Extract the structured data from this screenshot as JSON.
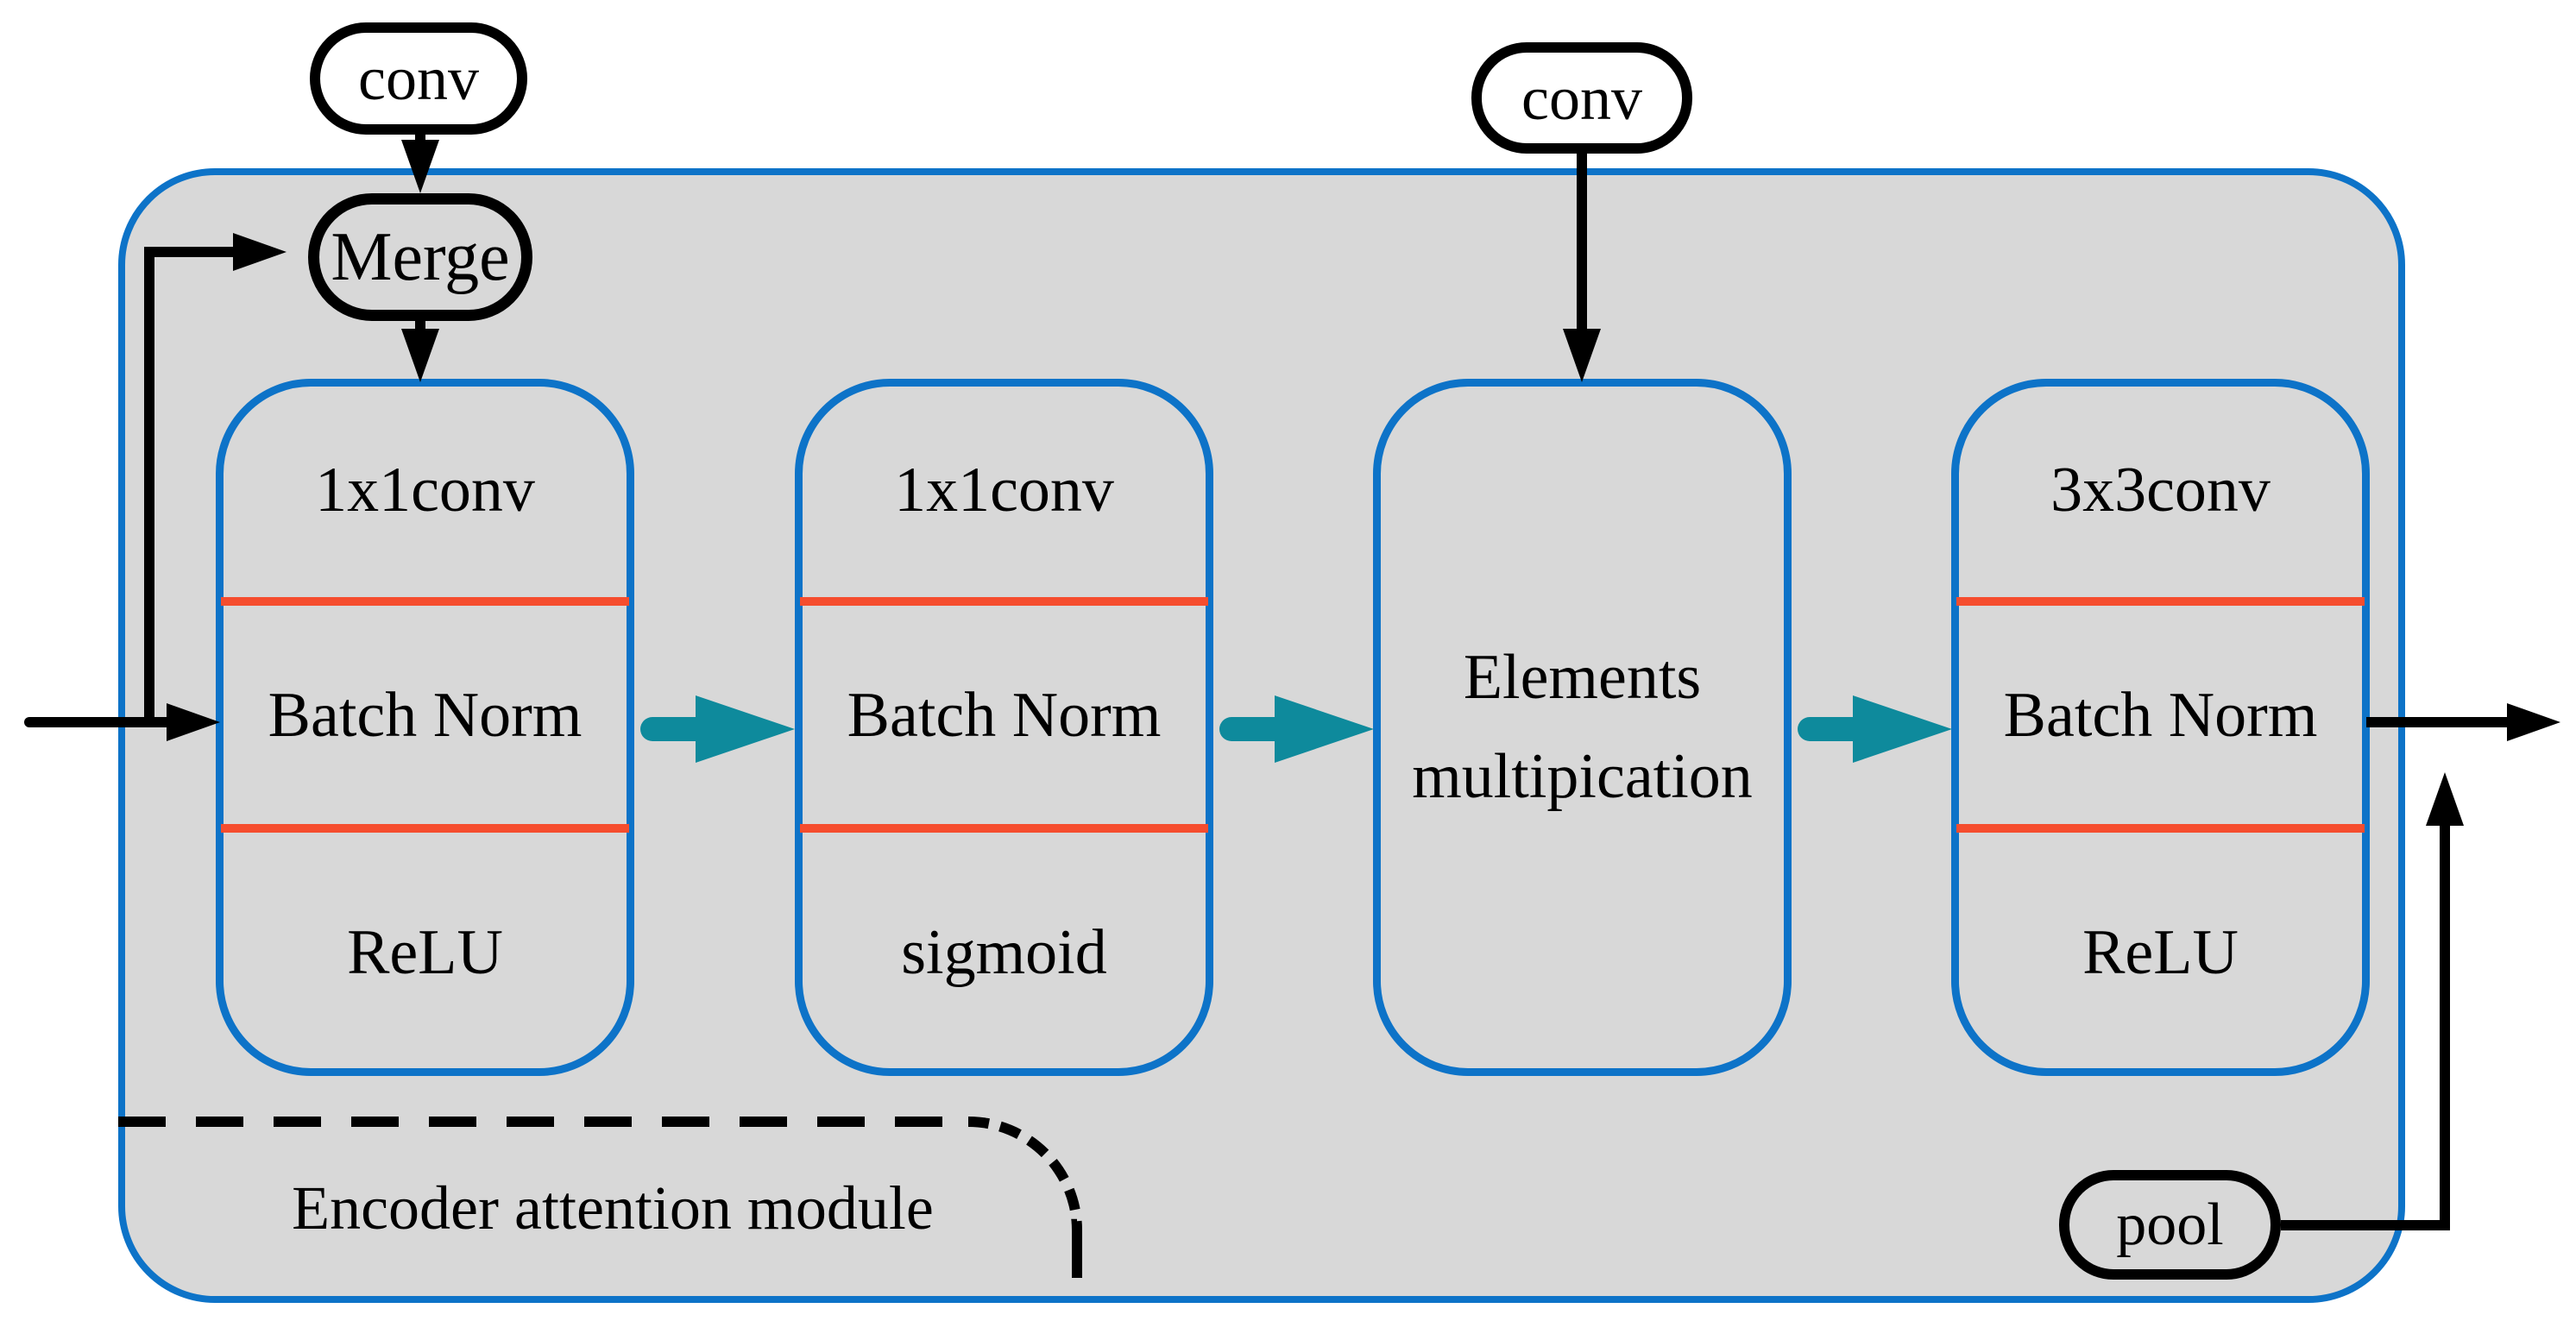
{
  "module": {
    "label": "Encoder attention module"
  },
  "nodes": {
    "conv_top_left": "conv",
    "merge": "Merge",
    "conv_top_right": "conv",
    "pool": "pool"
  },
  "blocks": [
    {
      "name": "conv1x1-bn-relu",
      "rows": [
        "1x1conv",
        "Batch Norm",
        "ReLU"
      ]
    },
    {
      "name": "conv1x1-bn-sigmoid",
      "rows": [
        "1x1conv",
        "Batch Norm",
        "sigmoid"
      ]
    },
    {
      "name": "elements-multiplication",
      "lines": [
        "Elements",
        "multipication"
      ]
    },
    {
      "name": "conv3x3-bn-relu",
      "rows": [
        "3x3conv",
        "Batch Norm",
        "ReLU"
      ]
    }
  ],
  "colors": {
    "canvas_bg": "#ffffff",
    "module_fill": "#d8d8d8",
    "border_blue": "#0d73c8",
    "divider_red": "#f54d2e",
    "arrow_teal": "#0e8a9c",
    "line_black": "#000000"
  }
}
